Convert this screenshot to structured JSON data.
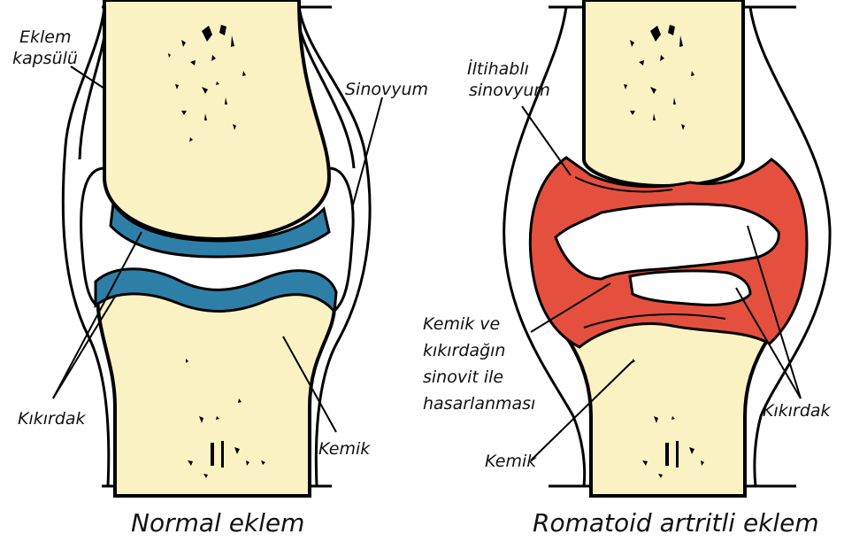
{
  "normal": {
    "labels": {
      "capsule_line1": "Eklem",
      "capsule_line2": "kapsülü",
      "synovium": "Sinovyum",
      "cartilage": "Kıkırdak",
      "bone": "Kemik"
    },
    "caption": "Normal eklem",
    "colors": {
      "cartilage": "#2e7fa8",
      "bone": "#fbf2c4"
    }
  },
  "ra": {
    "labels": {
      "inflamed_line1": "İltihablı",
      "inflamed_line2": "sinovyum",
      "damage_line1": "Kemik ve",
      "damage_line2": "kıkırdağın",
      "damage_line3": "sinovit ile",
      "damage_line4": "hasarlanması",
      "bone": "Kemik",
      "cartilage": "Kıkırdak"
    },
    "caption": "Romatoid artritli eklem",
    "colors": {
      "inflamed": "#e5503e",
      "bone": "#fbf2c4"
    }
  }
}
